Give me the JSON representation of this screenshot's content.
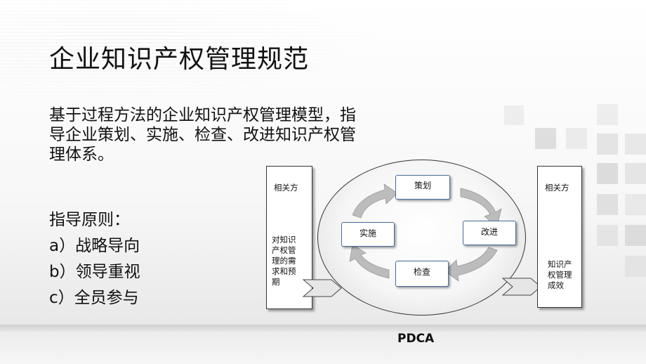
{
  "slide": {
    "title": "企业知识产权管理规范",
    "intro": "基于过程方法的企业知识产权管理模型，指导企业策划、实施、检查、改进知识产权管理体系。",
    "principles_heading": "指导原则：",
    "principles": [
      "a）战略导向",
      "b）领导重视",
      "c）全员参与"
    ]
  },
  "diagram": {
    "left_party": {
      "label": "相关方",
      "desc_lines": [
        "对知识",
        "产权管",
        "理的需",
        "求和预",
        "期"
      ]
    },
    "right_party": {
      "label": "相关方",
      "desc_lines": [
        "知识产",
        "权管理",
        "成效"
      ]
    },
    "steps": {
      "plan": "策划",
      "do": "实施",
      "check": "检查",
      "act": "改进"
    },
    "caption": "PDCA"
  },
  "colors": {
    "box_border": "#4a6d9c",
    "cycle_arrow": "#bdbdbd",
    "text": "#111111"
  }
}
